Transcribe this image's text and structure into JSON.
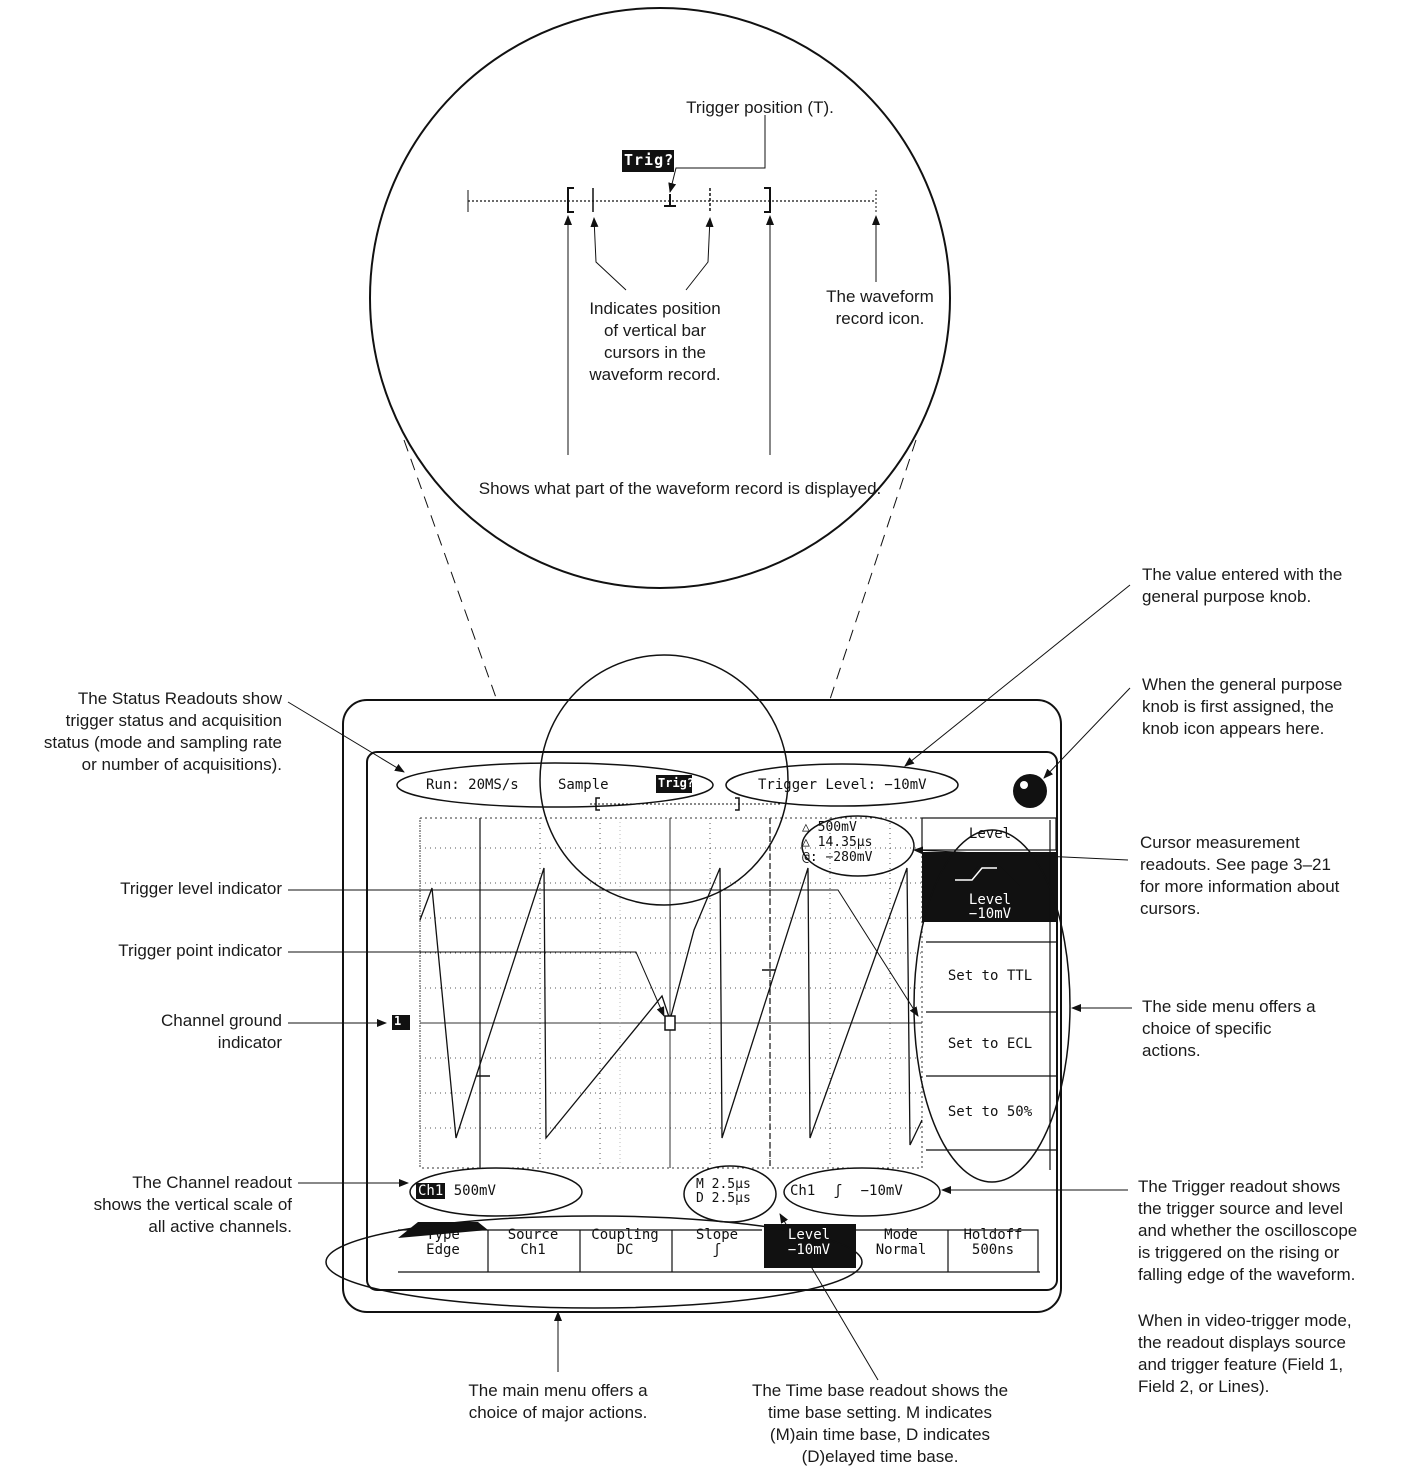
{
  "zoom": {
    "trigger_position": "Trigger position (T).",
    "trig_badge": "Trig?",
    "cursor_note": [
      "Indicates position",
      "of vertical bar",
      "cursors in the",
      "waveform record."
    ],
    "record_icon_note": [
      "The waveform",
      "record icon."
    ],
    "displayed_note": "Shows what part of the waveform record is displayed."
  },
  "annotations": {
    "general_knob_value": [
      "The value entered with the",
      "general purpose knob."
    ],
    "knob_icon": [
      "When the general purpose",
      "knob is first assigned, the",
      "knob icon appears here."
    ],
    "status_readouts": [
      "The Status Readouts show",
      "trigger status and acquisition",
      "status (mode and sampling rate",
      "or number of acquisitions)."
    ],
    "cursor_readouts": [
      "Cursor measurement",
      "readouts. See page 3–21",
      "for more information about",
      "cursors."
    ],
    "trigger_level_indicator": "Trigger level indicator",
    "trigger_point_indicator": "Trigger point indicator",
    "channel_ground": [
      "Channel ground",
      "indicator"
    ],
    "side_menu": [
      "The side menu offers a",
      "choice of specific",
      "actions."
    ],
    "channel_readout": [
      "The Channel readout",
      "shows the vertical scale of",
      "all active channels."
    ],
    "trigger_readout": [
      "The Trigger readout shows",
      "the trigger source and level",
      "and whether the oscilloscope",
      "is triggered on the rising or",
      "falling edge of the waveform."
    ],
    "video_trigger": [
      "When in video-trigger mode,",
      "the readout displays source",
      "and trigger feature (Field 1,",
      "Field 2, or Lines)."
    ],
    "main_menu": [
      "The main menu offers a",
      "choice of major actions."
    ],
    "time_base": [
      "The Time base readout shows the",
      "time base setting. M indicates",
      "(M)ain time base, D indicates",
      "(D)elayed time base."
    ]
  },
  "screen": {
    "status": {
      "run": "Run: 20MS/s",
      "mode": "Sample",
      "trig": "Trig?"
    },
    "trigger_level_readout": "Trigger Level: −10mV",
    "cursors": {
      "dv": "△ 500mV",
      "dt": "△ 14.35µs",
      "at": "@: −280mV"
    },
    "channel_readout": {
      "ch": "Ch1",
      "scale": "500mV"
    },
    "timebase": {
      "main": "M 2.5µs",
      "delayed": "D 2.5µs"
    },
    "trigger_readout": {
      "source": "Ch1",
      "slope": "ʃ",
      "level": "−10mV"
    },
    "side_menu": {
      "title": "Level",
      "level_label": "Level",
      "level_value": "−10mV",
      "items": [
        "Set to TTL",
        "Set to ECL",
        "Set to 50%"
      ]
    },
    "main_menu": [
      {
        "name": "Type",
        "value": "Edge"
      },
      {
        "name": "Source",
        "value": "Ch1"
      },
      {
        "name": "Coupling",
        "value": "DC"
      },
      {
        "name": "Slope",
        "value": "ʃ"
      },
      {
        "name": "Level",
        "value": "−10mV"
      },
      {
        "name": "Mode",
        "value": "Normal"
      },
      {
        "name": "Holdoff",
        "value": "500ns"
      }
    ],
    "ground_marker": "1"
  }
}
